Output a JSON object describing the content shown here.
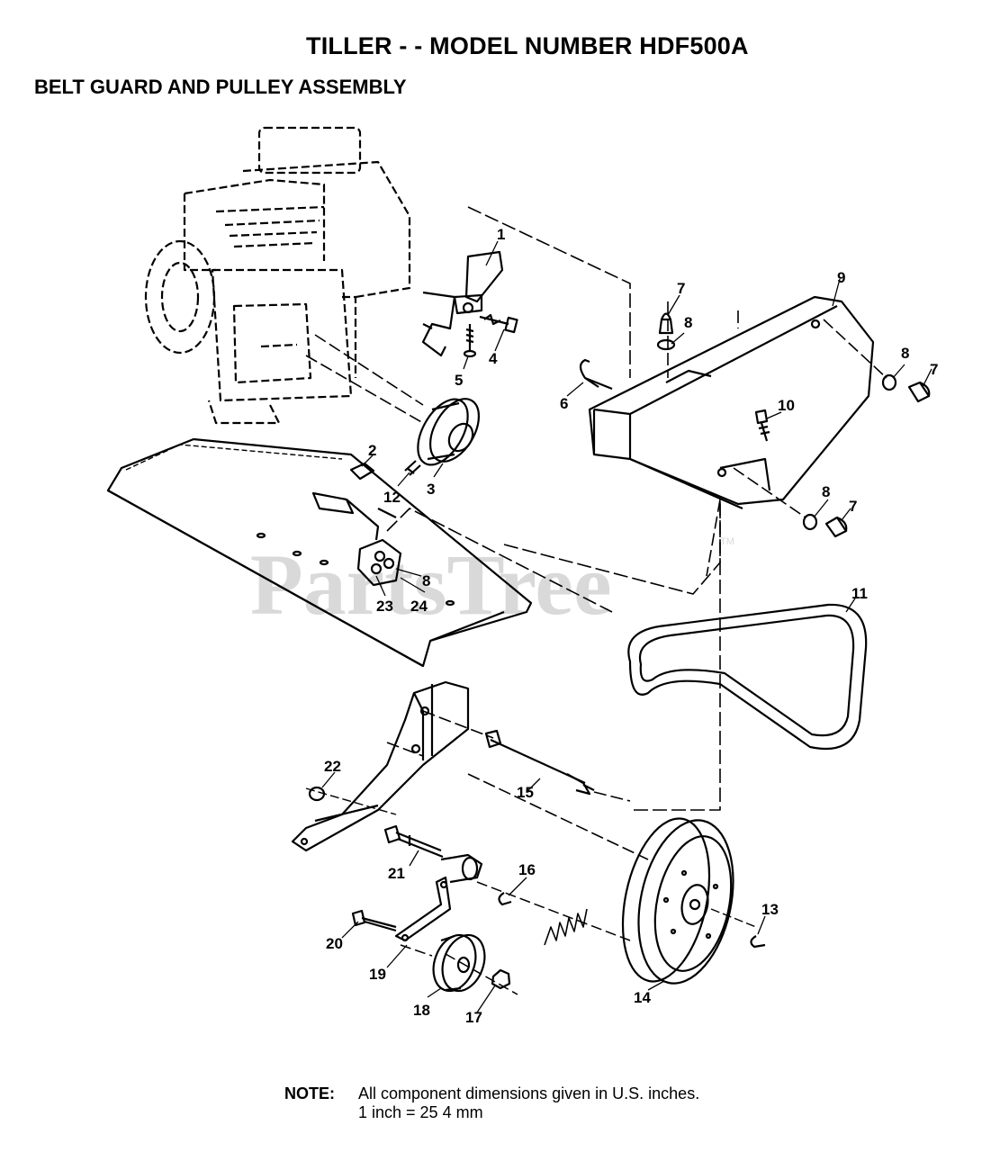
{
  "header": {
    "title": "TILLER - - MODEL NUMBER HDF500A",
    "subtitle": "BELT GUARD AND PULLEY ASSEMBLY"
  },
  "watermark": {
    "text": "PartsTree",
    "mark": "TM"
  },
  "callouts": {
    "c1": "1",
    "c2": "2",
    "c3": "3",
    "c4": "4",
    "c5": "5",
    "c6": "6",
    "c7a": "7",
    "c7b": "7",
    "c7c": "7",
    "c8a": "8",
    "c8b": "8",
    "c8c": "8",
    "c8d": "8",
    "c9": "9",
    "c10": "10",
    "c11": "11",
    "c12": "12",
    "c13": "13",
    "c14": "14",
    "c15": "15",
    "c16": "16",
    "c17": "17",
    "c18": "18",
    "c19": "19",
    "c20": "20",
    "c21": "21",
    "c22": "22",
    "c23": "23",
    "c24": "24"
  },
  "note": {
    "label": "NOTE:",
    "line1": "All component dimensions given in U.S. inches.",
    "line2": "1 inch = 25 4 mm"
  }
}
